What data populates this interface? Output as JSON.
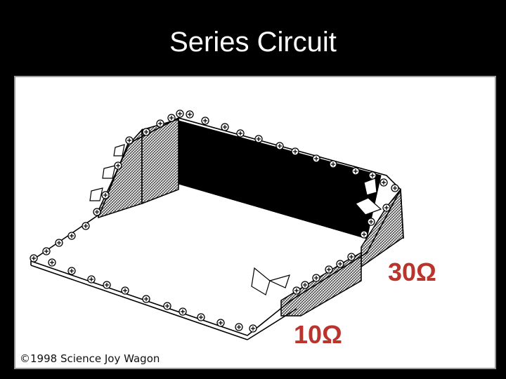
{
  "slide": {
    "title": "Series Circuit"
  },
  "figure": {
    "resistor_large_label": "30Ω",
    "resistor_small_label": "10Ω",
    "copyright": "©1998 Science Joy Wagon",
    "label_color": "#b8342c"
  }
}
